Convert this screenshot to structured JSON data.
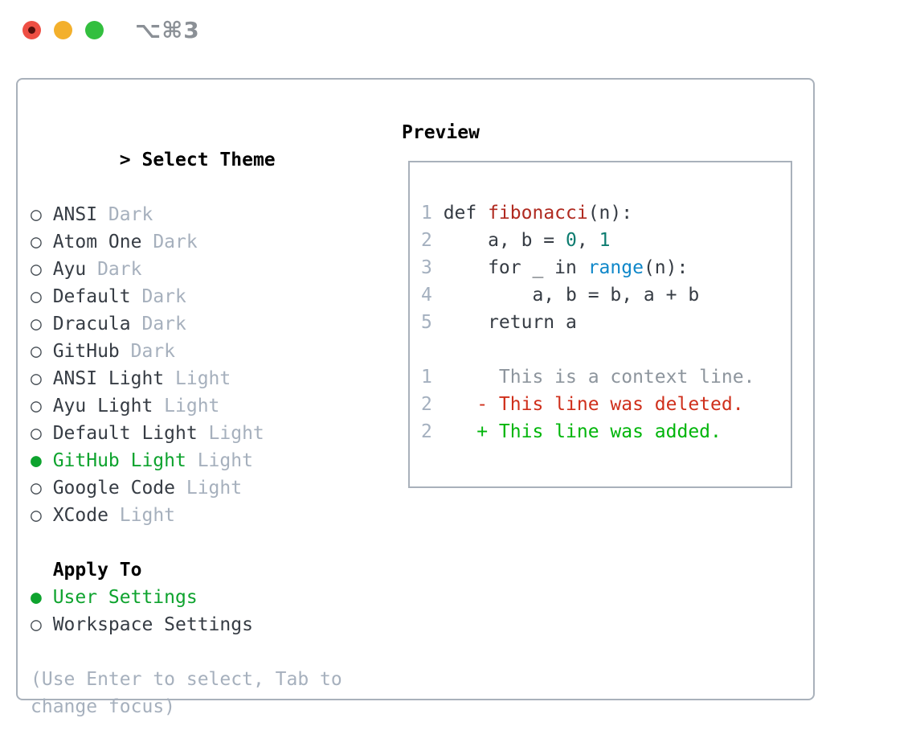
{
  "window": {
    "shortcut": "⌥⌘3"
  },
  "picker": {
    "prompt": ">",
    "title": "Select Theme",
    "bullet_unselected": "○",
    "bullet_selected": "●",
    "themes": [
      {
        "name": "ANSI",
        "variant": "Dark",
        "selected": false
      },
      {
        "name": "Atom One",
        "variant": "Dark",
        "selected": false
      },
      {
        "name": "Ayu",
        "variant": "Dark",
        "selected": false
      },
      {
        "name": "Default",
        "variant": "Dark",
        "selected": false
      },
      {
        "name": "Dracula",
        "variant": "Dark",
        "selected": false
      },
      {
        "name": "GitHub",
        "variant": "Dark",
        "selected": false
      },
      {
        "name": "ANSI Light",
        "variant": "Light",
        "selected": false
      },
      {
        "name": "Ayu Light",
        "variant": "Light",
        "selected": false
      },
      {
        "name": "Default Light",
        "variant": "Light",
        "selected": false
      },
      {
        "name": "GitHub Light",
        "variant": "Light",
        "selected": true
      },
      {
        "name": "Google Code",
        "variant": "Light",
        "selected": false
      },
      {
        "name": "XCode",
        "variant": "Light",
        "selected": false
      }
    ],
    "apply_title": "Apply To",
    "apply_options": [
      {
        "label": "User Settings",
        "selected": true
      },
      {
        "label": "Workspace Settings",
        "selected": false
      }
    ],
    "hint": "(Use Enter to select, Tab to change focus)"
  },
  "preview": {
    "title": "Preview",
    "lines": [
      {
        "num": "1",
        "tokens": [
          {
            "t": "def ",
            "c": "code"
          },
          {
            "t": "fibonacci",
            "c": "function"
          },
          {
            "t": "(n):",
            "c": "code"
          }
        ]
      },
      {
        "num": "2",
        "tokens": [
          {
            "t": "    a, b = ",
            "c": "code"
          },
          {
            "t": "0",
            "c": "number"
          },
          {
            "t": ", ",
            "c": "code"
          },
          {
            "t": "1",
            "c": "number"
          }
        ]
      },
      {
        "num": "3",
        "tokens": [
          {
            "t": "    for _ in ",
            "c": "code"
          },
          {
            "t": "range",
            "c": "builtin"
          },
          {
            "t": "(n):",
            "c": "code"
          }
        ]
      },
      {
        "num": "4",
        "tokens": [
          {
            "t": "        a, b = b, a + b",
            "c": "code"
          }
        ]
      },
      {
        "num": "5",
        "tokens": [
          {
            "t": "    return a",
            "c": "code"
          }
        ]
      },
      {
        "num": "",
        "tokens": []
      },
      {
        "num": "1",
        "tokens": [
          {
            "t": "     This is a context line.",
            "c": "context"
          }
        ]
      },
      {
        "num": "2",
        "tokens": [
          {
            "t": "   - This line was deleted.",
            "c": "deleted"
          }
        ]
      },
      {
        "num": "2",
        "tokens": [
          {
            "t": "   + This line was added.",
            "c": "added"
          }
        ]
      }
    ]
  },
  "colors": {
    "code": "#363c44",
    "function": "#b02a20",
    "number": "#0d7c70",
    "builtin": "#0f87c9",
    "context": "#8d959d",
    "deleted": "#cf2f1b",
    "added": "#00b50a",
    "selected_green": "#0ea32e",
    "muted": "#a6b0bd",
    "line_number": "#a4b0bf",
    "border": "#a9b1bb",
    "traffic_red": "#ee4f44",
    "traffic_red_dot": "#55100c",
    "traffic_yellow": "#f3b02c",
    "traffic_green": "#33bf3f"
  }
}
